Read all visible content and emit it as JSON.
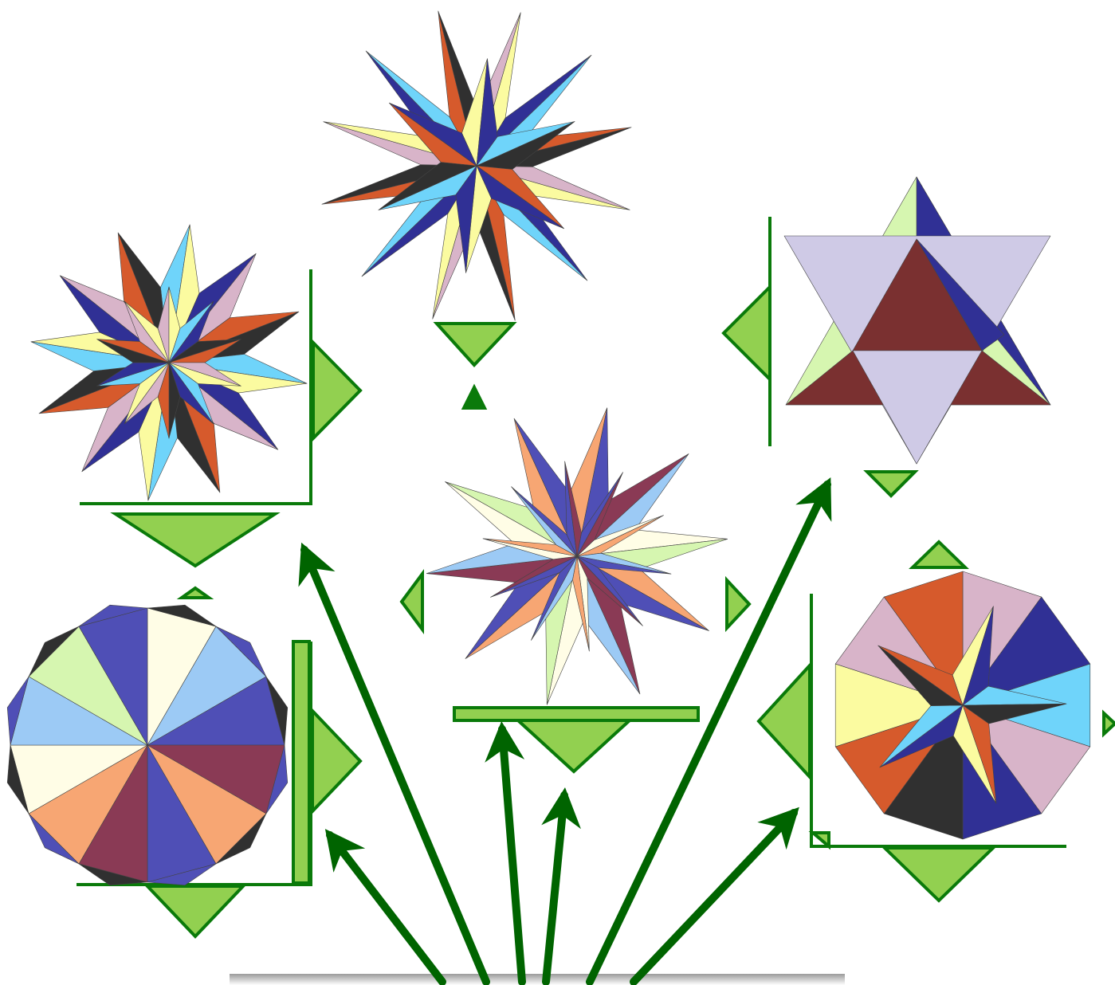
{
  "diagram": {
    "type": "polyhedra-stellation-tree",
    "colors": {
      "arrow": "#006400",
      "frame_fill": "#92d050",
      "frame_stroke": "#0a7a0a",
      "base_shadow": "#c8c8c8",
      "pale_yellow": "#fbfba0",
      "navy": "#303095",
      "sky_blue": "#6fd4fa",
      "pink": "#d8b4c9",
      "orange": "#d65a2c",
      "black": "#303030",
      "maroon": "#8a3a55",
      "peach": "#f7a673",
      "light_blue": "#9ccaf5",
      "indigo": "#4f4fb6",
      "cream": "#fffde6",
      "mint": "#d6f6b0",
      "lavender": "#cfcae6",
      "brown": "#7a3030"
    },
    "nodes": [
      {
        "id": "great-stellated-dodecahedron",
        "icon": "spiky-star-polyhedron-icon"
      },
      {
        "id": "small-stellated-dodecahedron",
        "icon": "star-polyhedron-icon"
      },
      {
        "id": "stella-octangula",
        "icon": "star-tetrahedra-icon"
      },
      {
        "id": "great-icosahedron",
        "icon": "compound-star-polyhedron-icon"
      },
      {
        "id": "small-triambic-icosahedron",
        "icon": "stellated-sphere-icon"
      },
      {
        "id": "great-dodecahedron",
        "icon": "pentagram-faced-polyhedron-icon"
      }
    ],
    "edges": [
      [
        "base",
        "small-stellated-dodecahedron"
      ],
      [
        "base",
        "small-triambic-icosahedron"
      ],
      [
        "base",
        "great-icosahedron"
      ],
      [
        "base",
        "stella-octangula"
      ],
      [
        "base",
        "great-dodecahedron"
      ],
      [
        "great-icosahedron",
        "great-stellated-dodecahedron"
      ]
    ]
  }
}
